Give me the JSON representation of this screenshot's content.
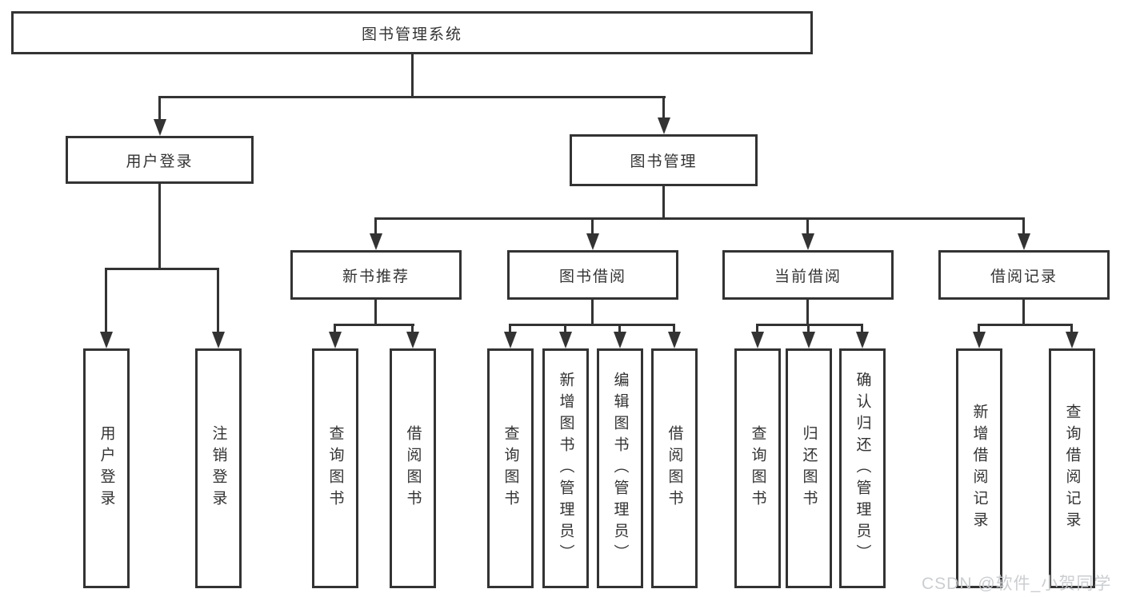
{
  "root": {
    "label": "图书管理系统"
  },
  "branches": [
    {
      "label": "用户登录",
      "children": [
        {
          "label": "用户登录"
        },
        {
          "label": "注销登录"
        }
      ]
    },
    {
      "label": "图书管理",
      "groups": [
        {
          "label": "新书推荐",
          "children": [
            {
              "label": "查询图书"
            },
            {
              "label": "借阅图书"
            }
          ]
        },
        {
          "label": "图书借阅",
          "children": [
            {
              "label": "查询图书"
            },
            {
              "label": "新增图书（管理员）"
            },
            {
              "label": "编辑图书（管理员）"
            },
            {
              "label": "借阅图书"
            }
          ]
        },
        {
          "label": "当前借阅",
          "children": [
            {
              "label": "查询图书"
            },
            {
              "label": "归还图书"
            },
            {
              "label": "确认归还（管理员）"
            }
          ]
        },
        {
          "label": "借阅记录",
          "children": [
            {
              "label": "新增借阅记录"
            },
            {
              "label": "查询借阅记录"
            }
          ]
        }
      ]
    }
  ],
  "watermark": "CSDN @软件_小贺同学",
  "colors": {
    "line": "#333333",
    "background": "#ffffff",
    "watermark": "#c8cbcf"
  }
}
